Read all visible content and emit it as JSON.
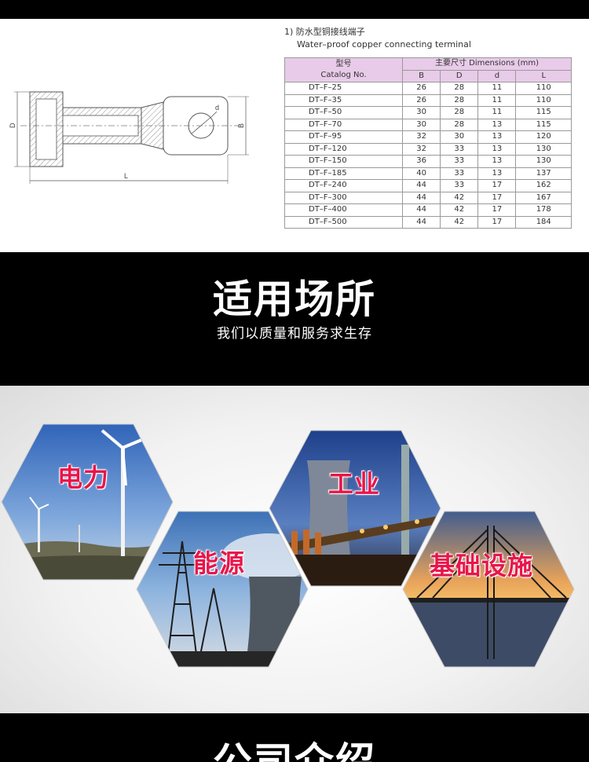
{
  "spec": {
    "title_cn": "1) 防水型铜接线端子",
    "title_en": "Water–proof copper connecting terminal",
    "drawing": {
      "label_d_left": "D",
      "label_b": "B",
      "label_l": "L",
      "label_d_small": "d"
    },
    "table": {
      "header_catalog_cn": "型号",
      "header_catalog_en": "Catalog No.",
      "header_dims": "主要尺寸 Dimensions (mm)",
      "columns": [
        "B",
        "D",
        "d",
        "L"
      ],
      "rows": [
        {
          "cat": "DT–F–25",
          "B": "26",
          "D": "28",
          "d": "11",
          "L": "110"
        },
        {
          "cat": "DT–F–35",
          "B": "26",
          "D": "28",
          "d": "11",
          "L": "110"
        },
        {
          "cat": "DT–F–50",
          "B": "30",
          "D": "28",
          "d": "11",
          "L": "115"
        },
        {
          "cat": "DT–F–70",
          "B": "30",
          "D": "28",
          "d": "13",
          "L": "115"
        },
        {
          "cat": "DT–F–95",
          "B": "32",
          "D": "30",
          "d": "13",
          "L": "120"
        },
        {
          "cat": "DT–F–120",
          "B": "32",
          "D": "33",
          "d": "13",
          "L": "130"
        },
        {
          "cat": "DT–F–150",
          "B": "36",
          "D": "33",
          "d": "13",
          "L": "130"
        },
        {
          "cat": "DT–F–185",
          "B": "40",
          "D": "33",
          "d": "13",
          "L": "137"
        },
        {
          "cat": "DT–F–240",
          "B": "44",
          "D": "33",
          "d": "17",
          "L": "162"
        },
        {
          "cat": "DT–F–300",
          "B": "44",
          "D": "42",
          "d": "17",
          "L": "167"
        },
        {
          "cat": "DT–F–400",
          "B": "44",
          "D": "42",
          "d": "17",
          "L": "178"
        },
        {
          "cat": "DT–F–500",
          "B": "44",
          "D": "42",
          "d": "17",
          "L": "184"
        }
      ]
    }
  },
  "section_usage": {
    "title": "适用场所",
    "subtitle": "我们以质量和服务求生存"
  },
  "applications": {
    "power": "电力",
    "energy": "能源",
    "industry": "工业",
    "infrastructure": "基础设施"
  },
  "section_company": {
    "title": "公司介绍"
  }
}
